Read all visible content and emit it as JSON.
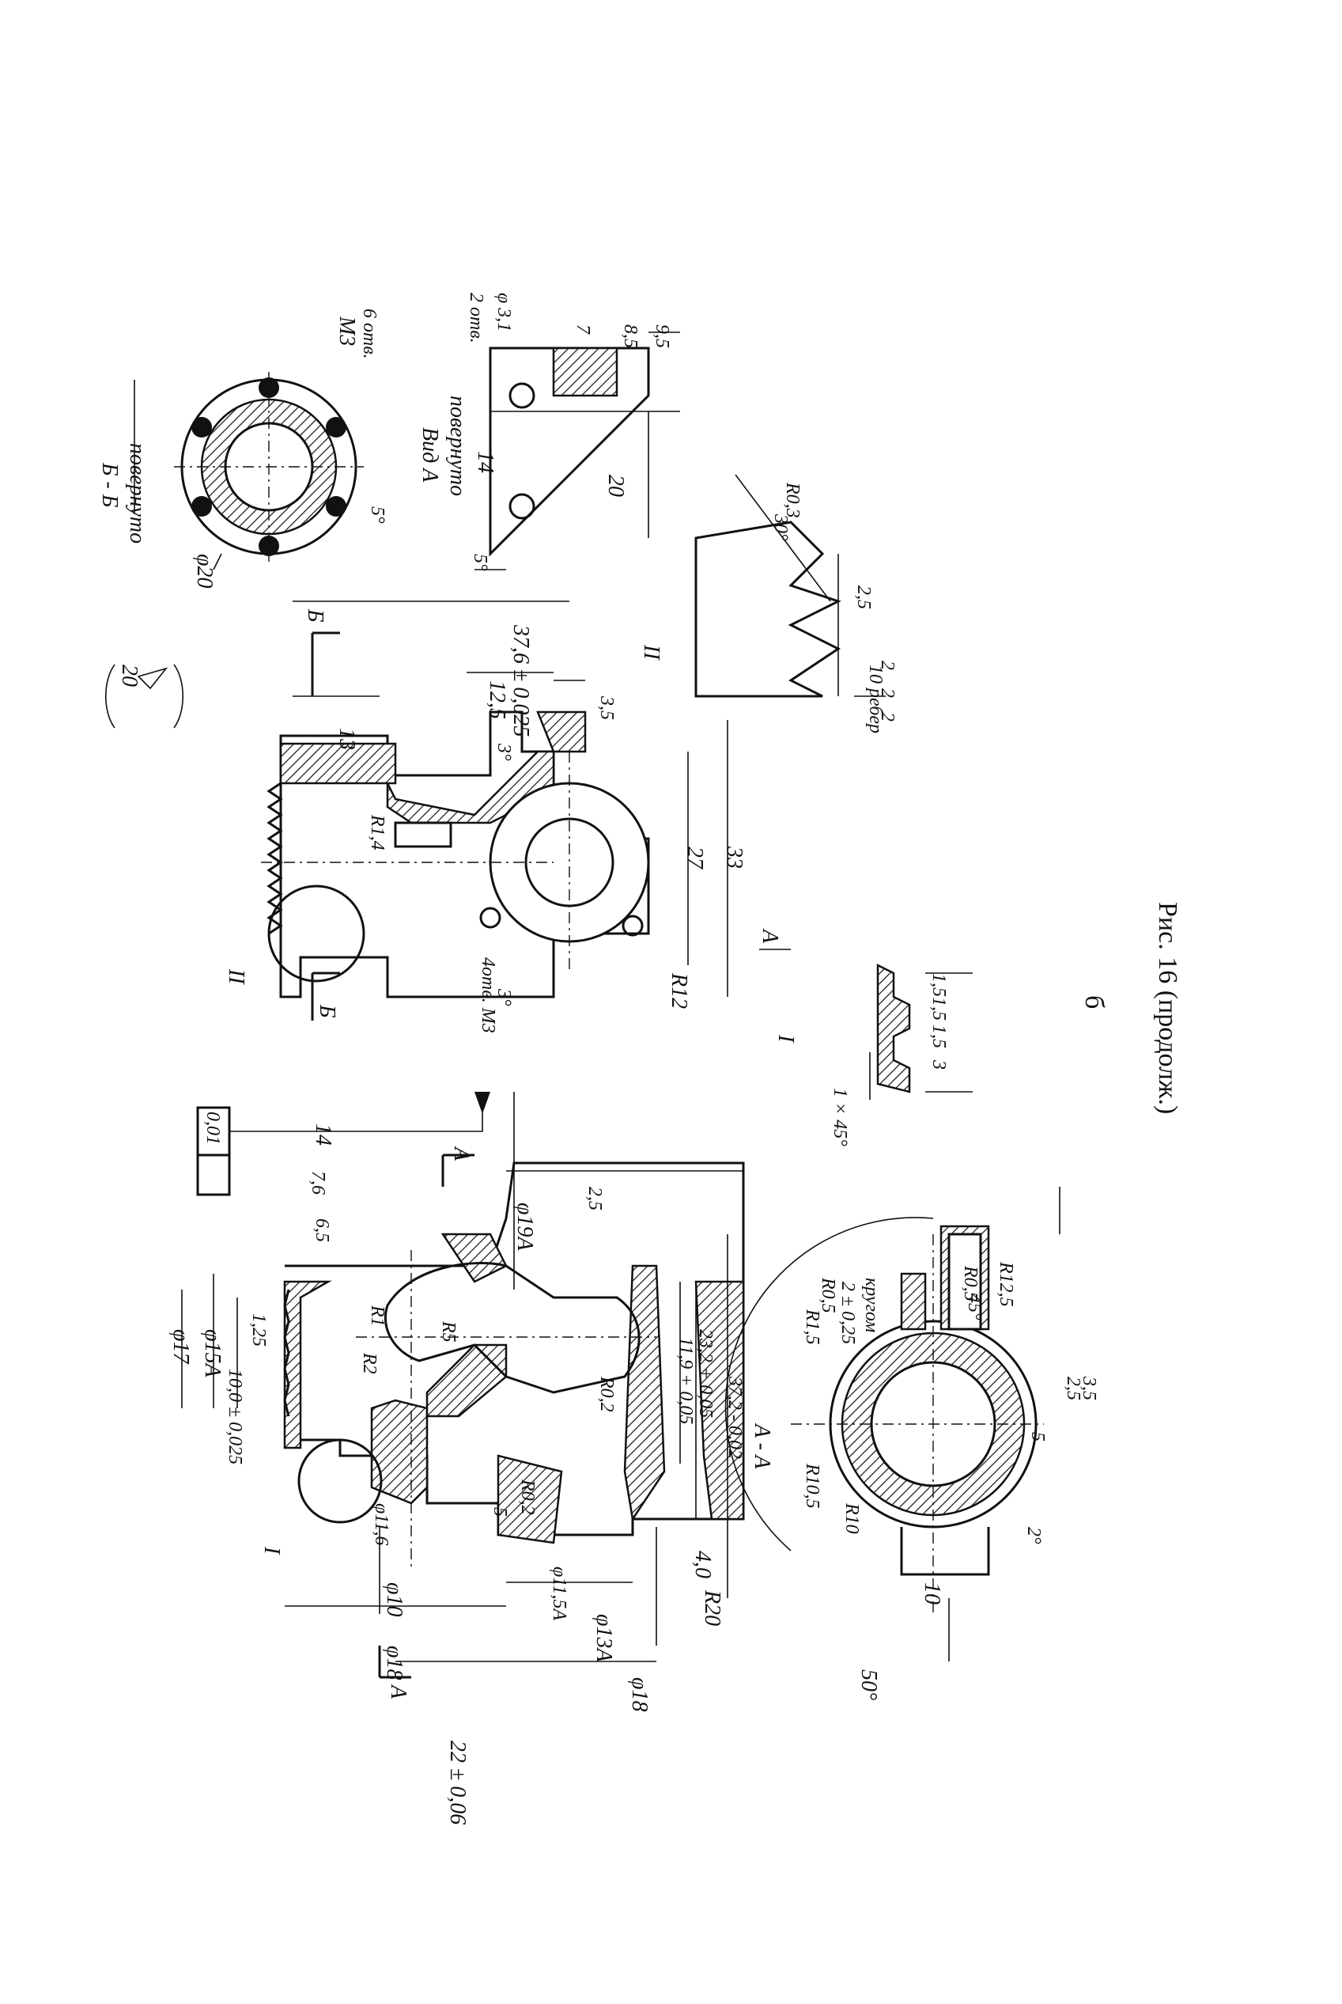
{
  "figure": {
    "caption": "Рис. 16 (продолж.)",
    "letter": "б",
    "labels": {
      "phi17": "φ17",
      "phi15A": "φ15A",
      "phi19A": "φ19A",
      "phi11_6": "φ11,6",
      "phi10": "φ10",
      "phi18_a": "φ18",
      "phi13A": "φ13A",
      "phi11_5A": "φ11,5A",
      "phi18_b": "φ18",
      "d10_0": "10,0 ± 0,025",
      "d22": "22 ± 0,06",
      "d37_2": "37,2 - 0,02",
      "d23_2": "23,2 + 0,05",
      "d11_9": "11,9 + 0,05",
      "d14": "14",
      "d7_6": "7,6",
      "d6_5": "6,5",
      "d1_25": "1,25",
      "r1": "R1",
      "r2": "R2",
      "r5": "R5",
      "r0_2a": "R0,2",
      "r0_2b": "R0,2",
      "r20": "R20",
      "d4_0": "4,0",
      "d0_01": "0,01",
      "secAA_top": "A",
      "secAA_bot": "A",
      "secAA": "A - A",
      "rough25": "2,5",
      "rough5": "5",
      "r1_5": "R1,5",
      "r0_5a": "R0,5",
      "d2_025": "2 ± 0,25",
      "krugom": "кругом",
      "r0_5b": "R0,5",
      "r12_5": "R12,5",
      "r10_5": "R10,5",
      "r10": "R10",
      "d10": "10",
      "d2_5a": "2,5",
      "d3_5": "3,5",
      "d5": "5",
      "deg2": "2°",
      "deg50": "50°",
      "deg45": "45°",
      "detailI": "I",
      "detailII": "II",
      "d1x45": "1 × 45°",
      "d3": "3",
      "d1_5a": "1,5",
      "d1_5b": "1,5",
      "d1_5c": "1,5",
      "d37_6": "37,6 ± 0,025",
      "d13": "13",
      "d12_5": "12,5",
      "d3_5b": "3,5",
      "deg3a": "3°",
      "deg3b": "3°",
      "r1_4": "R1,4",
      "d27": "27",
      "d33": "33",
      "r12": "R12",
      "m3_4": "4отв. M3",
      "secB_top": "Б",
      "secB_bot": "Б",
      "viewA": "A",
      "rough20": "20",
      "bb_title": "Б - Б",
      "bb_sub": "повернуто",
      "phi20": "φ20",
      "m3": "M3",
      "m3_holes": "6 отв.",
      "deg5a": "5°",
      "viewA_title": "Вид A",
      "viewA_sub": "повернуто",
      "two_holes": "2 отв.",
      "phi3_1": "φ 3,1",
      "d7": "7",
      "d8_5": "8,5",
      "d9_5": "9,5",
      "d14b": "14",
      "d20": "20",
      "deg5b": "5°",
      "ribs": "10 ребер",
      "rib2a": "2",
      "rib2b": "2",
      "rib2c": "2",
      "deg30": "30°",
      "r0_3": "R0,3",
      "d2_5b": "2,5"
    }
  }
}
